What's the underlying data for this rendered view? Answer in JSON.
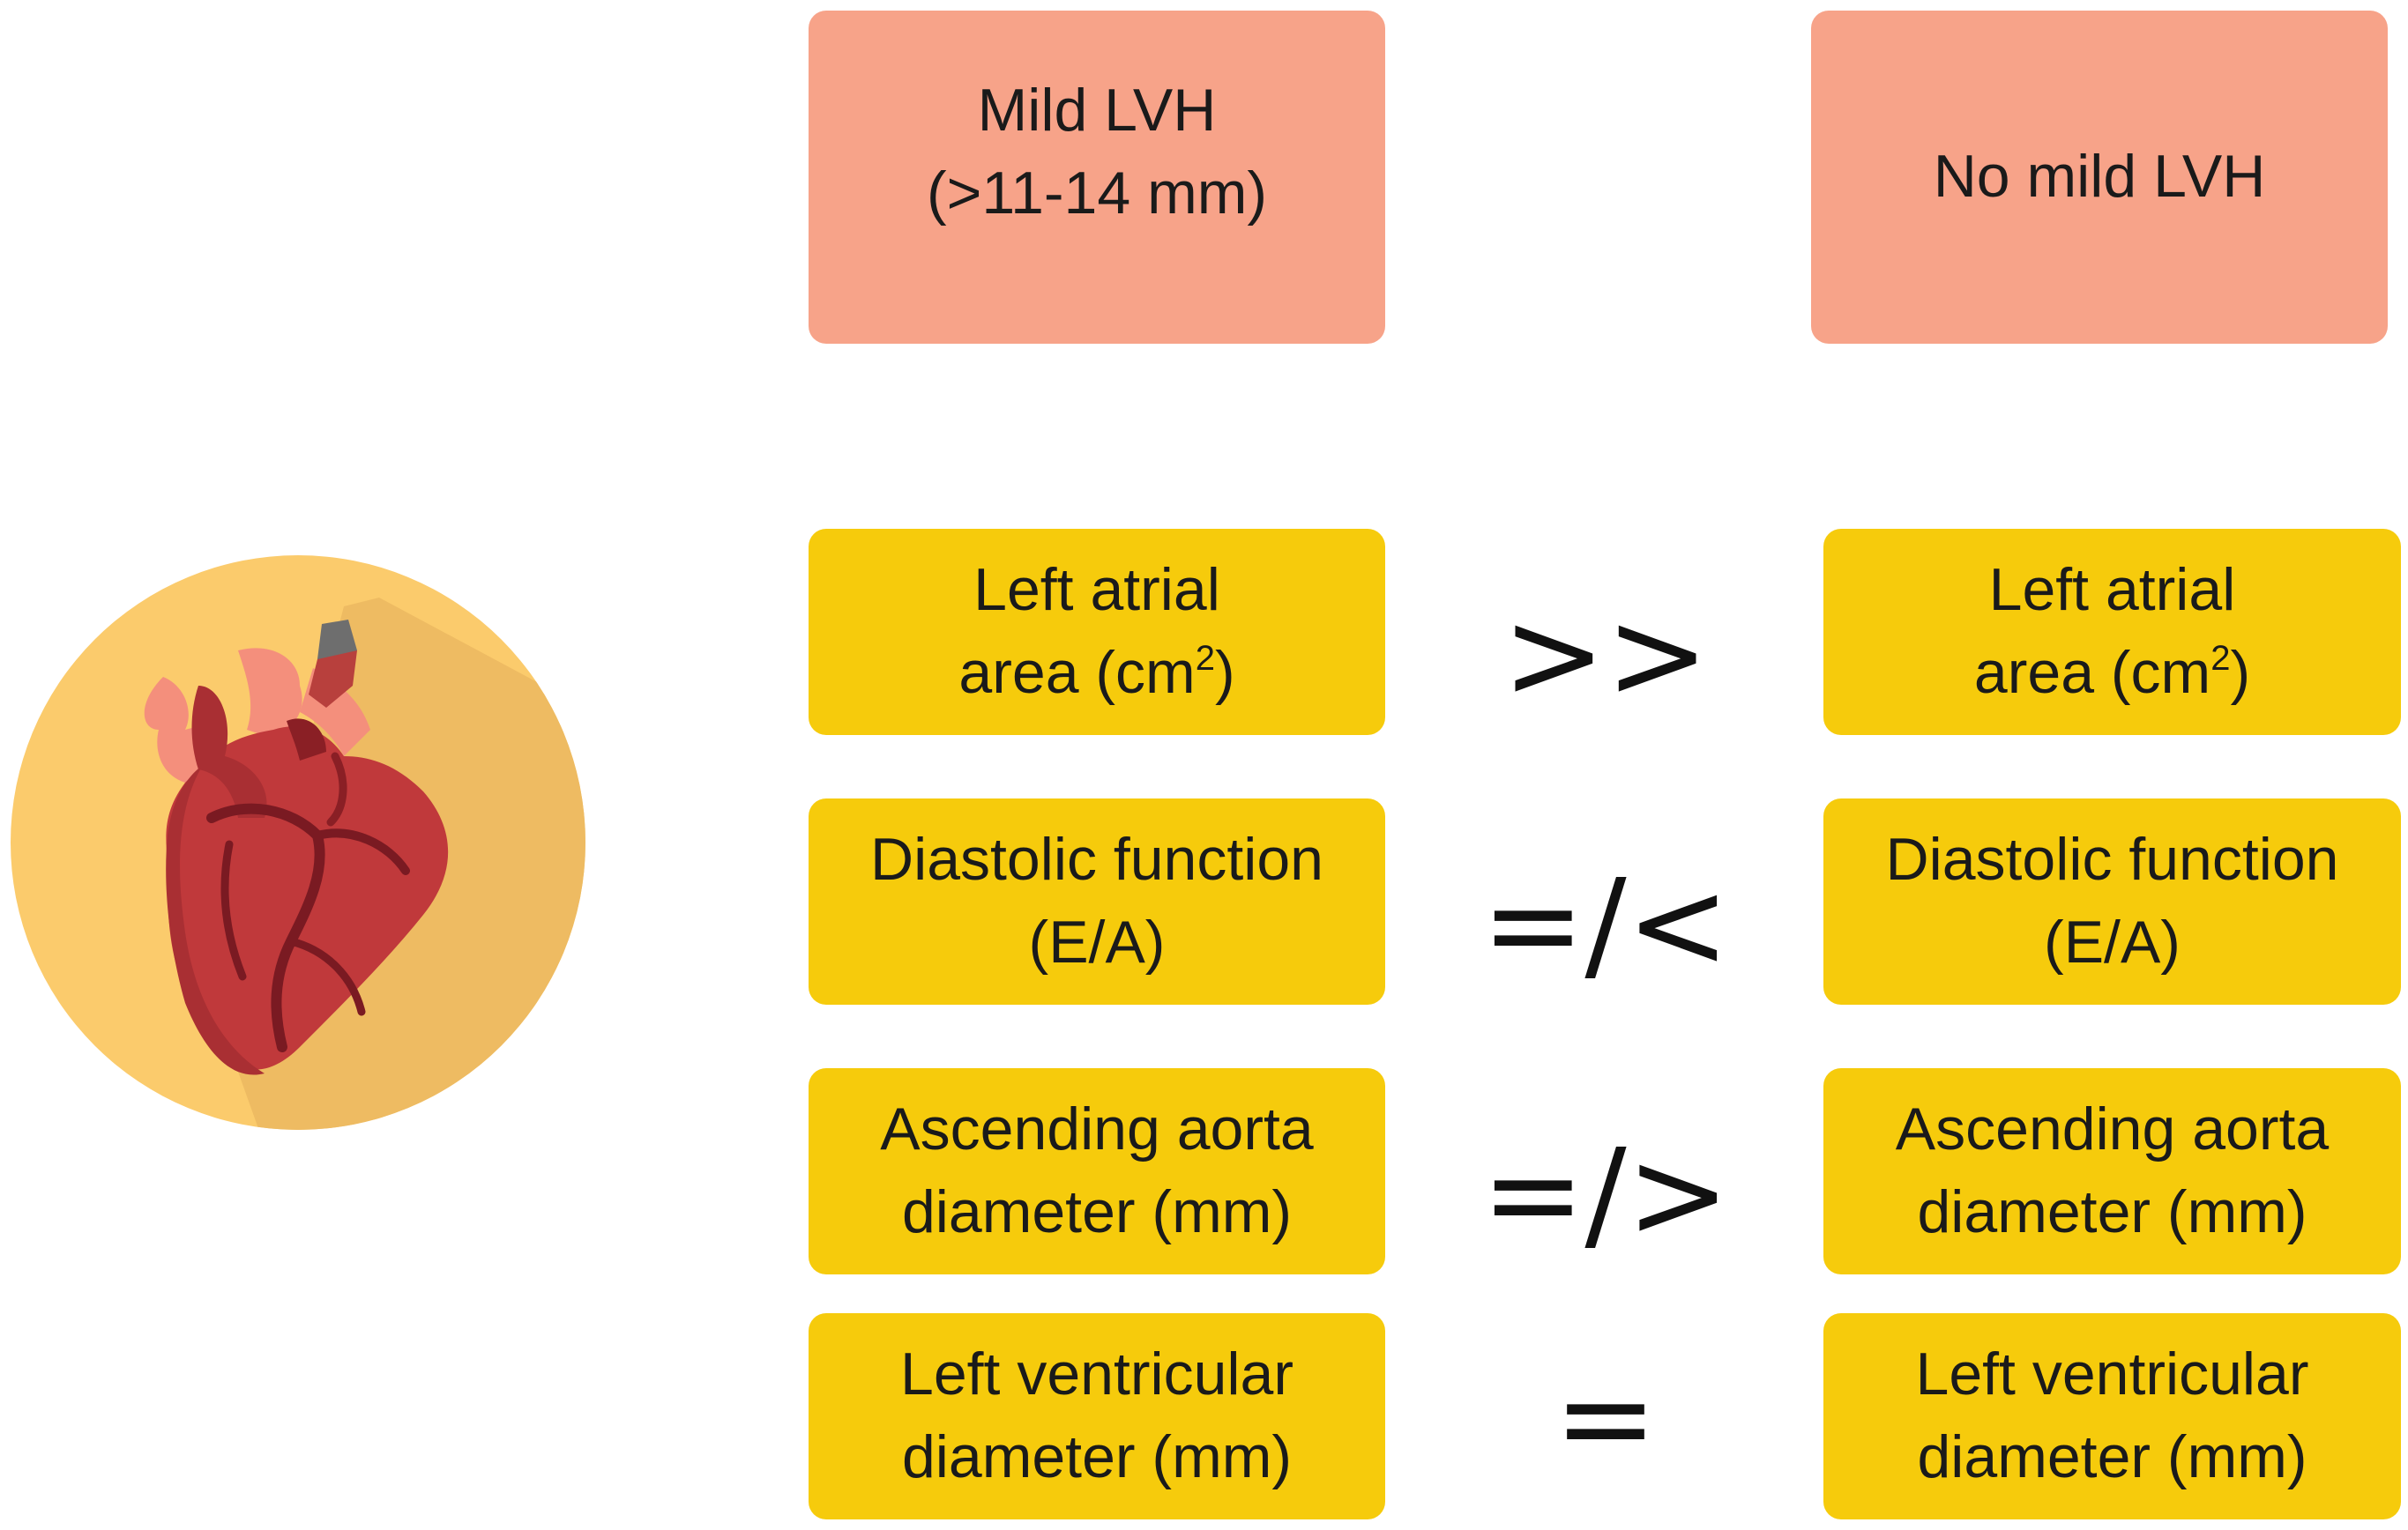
{
  "header_left": {
    "line1": "Mild LVH",
    "line2": "(>11-14 mm)"
  },
  "header_right": {
    "line1": "No mild LVH"
  },
  "rows": [
    {
      "left": {
        "line1": "Left atrial",
        "line2_prefix": "area (cm",
        "sup": "2",
        "line2_suffix": ")"
      },
      "comparison": ">>",
      "right": {
        "line1": "Left atrial",
        "line2_prefix": "area (cm",
        "sup": "2",
        "line2_suffix": ")"
      }
    },
    {
      "left": {
        "line1": "Diastolic function",
        "line2": "(E/A)"
      },
      "comparison": "=/<",
      "right": {
        "line1": "Diastolic function",
        "line2": "(E/A)"
      }
    },
    {
      "left": {
        "line1": "Ascending aorta",
        "line2": "diameter (mm)"
      },
      "comparison": "=/>",
      "right": {
        "line1": "Ascending aorta",
        "line2": "diameter (mm)"
      }
    },
    {
      "left": {
        "line1": "Left ventricular",
        "line2": "diameter (mm)"
      },
      "comparison": "=",
      "right": {
        "line1": "Left ventricular",
        "line2": "diameter (mm)"
      }
    }
  ],
  "colors": {
    "header_fill": "#f7a389",
    "metric_fill": "#f6cb0c",
    "circle_fill": "#fbcb6c",
    "heart_fill": "#c0393b"
  },
  "icons": {
    "illustration": "heart-icon"
  }
}
